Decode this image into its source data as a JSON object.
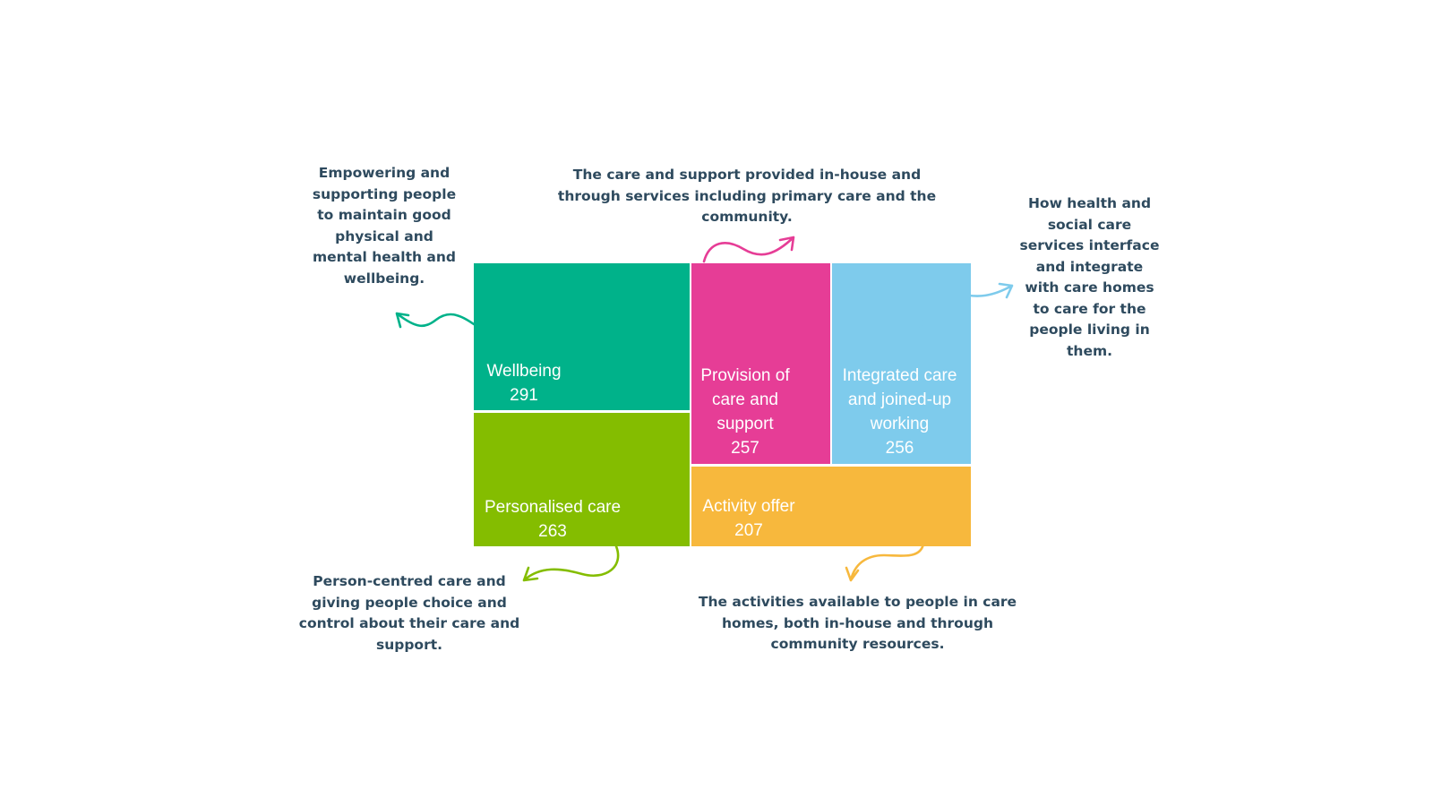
{
  "chart_data": {
    "type": "treemap",
    "items": [
      {
        "label": "Wellbeing",
        "value": 291,
        "color": "#00b28a",
        "description": "Empowering and supporting people to maintain good physical and mental health and wellbeing."
      },
      {
        "label": "Personalised care",
        "value": 263,
        "color": "#84bd00",
        "description": "Person-centred care and giving people choice and control about their care and support."
      },
      {
        "label": "Provision of care and support",
        "value": 257,
        "color": "#e63d96",
        "description": "The care and support provided in-house and through services including primary care and the community."
      },
      {
        "label": "Integrated care and joined-up working",
        "value": 256,
        "color": "#7ecbec",
        "description": "How health and social care services interface and integrate with care homes to care for the people living in them."
      },
      {
        "label": "Activity offer",
        "value": 207,
        "color": "#f7b83d",
        "description": "The activities available to people in care homes, both in-house and through community resources."
      }
    ],
    "label_color": "#ffffff",
    "annotation_color": "#2e4a5e"
  }
}
